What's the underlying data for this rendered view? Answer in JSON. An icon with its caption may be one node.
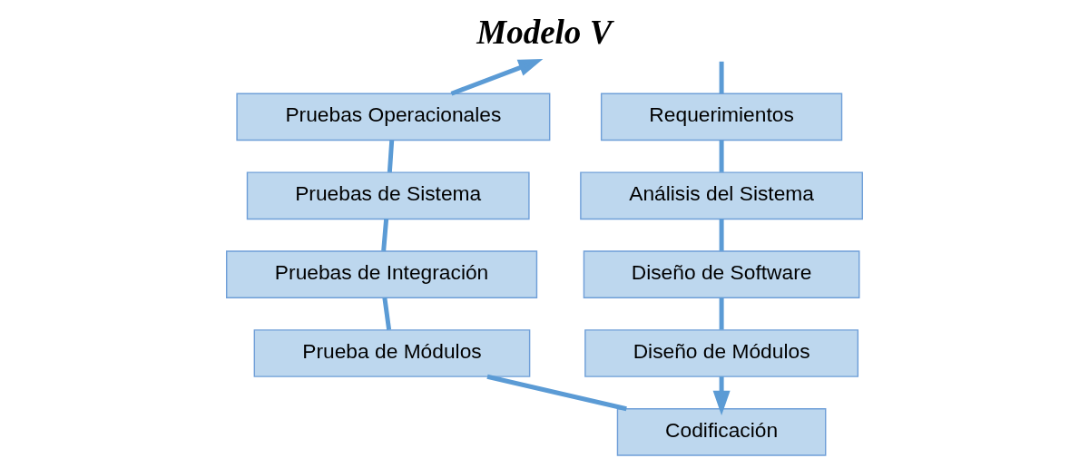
{
  "diagram": {
    "title": "Modelo V",
    "nodes": [
      {
        "text": [
          "Requerimientos"
        ]
      },
      {
        "text": [
          "Análisis del Sistema"
        ]
      },
      {
        "text": [
          "Diseño de Software"
        ]
      },
      {
        "text": [
          "Diseño de Módulos"
        ]
      },
      {
        "text": [
          "Codificación"
        ]
      },
      {
        "text": [
          "Prueba de Módulos"
        ]
      },
      {
        "text": [
          "Pruebas de Integración"
        ]
      },
      {
        "text": [
          "Pruebas de Sistema"
        ]
      },
      {
        "text": [
          "Pruebas Operacionales"
        ]
      }
    ],
    "edges": [
      {
        "from": null,
        "to": 0,
        "arrow": "none"
      },
      {
        "from": 0,
        "to": 1,
        "arrow": "none"
      },
      {
        "from": 1,
        "to": 2,
        "arrow": "none"
      },
      {
        "from": 2,
        "to": 3,
        "arrow": "none"
      },
      {
        "from": 3,
        "to": 4,
        "arrow": "to"
      },
      {
        "from": 4,
        "to": 5,
        "arrow": "none"
      },
      {
        "from": 5,
        "to": 6,
        "arrow": "none"
      },
      {
        "from": 6,
        "to": 7,
        "arrow": "none"
      },
      {
        "from": 7,
        "to": 8,
        "arrow": "none"
      },
      {
        "from": 8,
        "to": null,
        "arrow": "to"
      }
    ]
  }
}
